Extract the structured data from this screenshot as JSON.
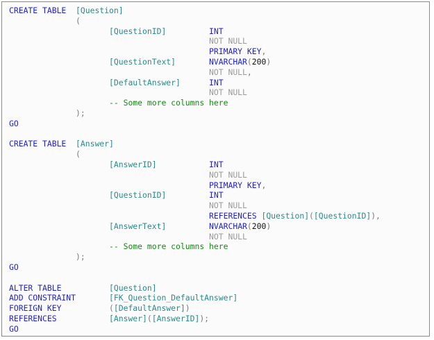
{
  "editor": {
    "lines": [
      {
        "tokens": [
          {
            "text": "CREATE TABLE  ",
            "type": "kw"
          },
          {
            "text": "[Question]",
            "type": "id"
          }
        ]
      },
      {
        "tokens": [
          {
            "text": "              ",
            "type": "plain"
          },
          {
            "text": "(",
            "type": "punct"
          }
        ]
      },
      {
        "tokens": [
          {
            "text": "                     ",
            "type": "plain"
          },
          {
            "text": "[QuestionID]",
            "type": "id"
          },
          {
            "text": "         ",
            "type": "plain"
          },
          {
            "text": "INT",
            "type": "kw"
          }
        ]
      },
      {
        "tokens": [
          {
            "text": "                                          ",
            "type": "plain"
          },
          {
            "text": "NOT NULL",
            "type": "null"
          }
        ]
      },
      {
        "tokens": [
          {
            "text": "                                          ",
            "type": "plain"
          },
          {
            "text": "PRIMARY KEY",
            "type": "kw"
          },
          {
            "text": ",",
            "type": "punct"
          }
        ]
      },
      {
        "tokens": [
          {
            "text": "                     ",
            "type": "plain"
          },
          {
            "text": "[QuestionText]",
            "type": "id"
          },
          {
            "text": "       ",
            "type": "plain"
          },
          {
            "text": "NVARCHAR",
            "type": "kw"
          },
          {
            "text": "(",
            "type": "punct"
          },
          {
            "text": "200",
            "type": "num"
          },
          {
            "text": ")",
            "type": "punct"
          }
        ]
      },
      {
        "tokens": [
          {
            "text": "                                          ",
            "type": "plain"
          },
          {
            "text": "NOT NULL",
            "type": "null"
          },
          {
            "text": ",",
            "type": "punct"
          }
        ]
      },
      {
        "tokens": [
          {
            "text": "                     ",
            "type": "plain"
          },
          {
            "text": "[DefaultAnswer]",
            "type": "id"
          },
          {
            "text": "      ",
            "type": "plain"
          },
          {
            "text": "INT",
            "type": "kw"
          }
        ]
      },
      {
        "tokens": [
          {
            "text": "                                          ",
            "type": "plain"
          },
          {
            "text": "NOT NULL",
            "type": "null"
          }
        ]
      },
      {
        "tokens": [
          {
            "text": "                     ",
            "type": "plain"
          },
          {
            "text": "-- Some more columns here",
            "type": "comment"
          }
        ]
      },
      {
        "tokens": [
          {
            "text": "              ",
            "type": "plain"
          },
          {
            "text": ");",
            "type": "punct"
          }
        ]
      },
      {
        "tokens": [
          {
            "text": "GO",
            "type": "kw"
          }
        ]
      },
      {
        "tokens": []
      },
      {
        "tokens": [
          {
            "text": "CREATE TABLE  ",
            "type": "kw"
          },
          {
            "text": "[Answer]",
            "type": "id"
          }
        ]
      },
      {
        "tokens": [
          {
            "text": "              ",
            "type": "plain"
          },
          {
            "text": "(",
            "type": "punct"
          }
        ]
      },
      {
        "tokens": [
          {
            "text": "                     ",
            "type": "plain"
          },
          {
            "text": "[AnswerID]",
            "type": "id"
          },
          {
            "text": "           ",
            "type": "plain"
          },
          {
            "text": "INT",
            "type": "kw"
          }
        ]
      },
      {
        "tokens": [
          {
            "text": "                                          ",
            "type": "plain"
          },
          {
            "text": "NOT NULL",
            "type": "null"
          }
        ]
      },
      {
        "tokens": [
          {
            "text": "                                          ",
            "type": "plain"
          },
          {
            "text": "PRIMARY KEY",
            "type": "kw"
          },
          {
            "text": ",",
            "type": "punct"
          }
        ]
      },
      {
        "tokens": [
          {
            "text": "                     ",
            "type": "plain"
          },
          {
            "text": "[QuestionID]",
            "type": "id"
          },
          {
            "text": "         ",
            "type": "plain"
          },
          {
            "text": "INT",
            "type": "kw"
          }
        ]
      },
      {
        "tokens": [
          {
            "text": "                                          ",
            "type": "plain"
          },
          {
            "text": "NOT NULL",
            "type": "null"
          }
        ]
      },
      {
        "tokens": [
          {
            "text": "                                          ",
            "type": "plain"
          },
          {
            "text": "REFERENCES",
            "type": "kw"
          },
          {
            "text": " ",
            "type": "plain"
          },
          {
            "text": "[Question]",
            "type": "id"
          },
          {
            "text": "(",
            "type": "punct"
          },
          {
            "text": "[QuestionID]",
            "type": "id"
          },
          {
            "text": "),",
            "type": "punct"
          }
        ]
      },
      {
        "tokens": [
          {
            "text": "                     ",
            "type": "plain"
          },
          {
            "text": "[AnswerText]",
            "type": "id"
          },
          {
            "text": "         ",
            "type": "plain"
          },
          {
            "text": "NVARCHAR",
            "type": "kw"
          },
          {
            "text": "(",
            "type": "punct"
          },
          {
            "text": "200",
            "type": "num"
          },
          {
            "text": ")",
            "type": "punct"
          }
        ]
      },
      {
        "tokens": [
          {
            "text": "                                          ",
            "type": "plain"
          },
          {
            "text": "NOT NULL",
            "type": "null"
          }
        ]
      },
      {
        "tokens": [
          {
            "text": "                     ",
            "type": "plain"
          },
          {
            "text": "-- Some more columns here",
            "type": "comment"
          }
        ]
      },
      {
        "tokens": [
          {
            "text": "              ",
            "type": "plain"
          },
          {
            "text": ");",
            "type": "punct"
          }
        ]
      },
      {
        "tokens": [
          {
            "text": "GO",
            "type": "kw"
          }
        ]
      },
      {
        "tokens": []
      },
      {
        "tokens": [
          {
            "text": "ALTER TABLE",
            "type": "kw"
          },
          {
            "text": "          ",
            "type": "plain"
          },
          {
            "text": "[Question]",
            "type": "id"
          }
        ]
      },
      {
        "tokens": [
          {
            "text": "ADD CONSTRAINT",
            "type": "kw"
          },
          {
            "text": "       ",
            "type": "plain"
          },
          {
            "text": "[FK_Question_DefaultAnswer]",
            "type": "id"
          }
        ]
      },
      {
        "tokens": [
          {
            "text": "FOREIGN KEY",
            "type": "kw"
          },
          {
            "text": "          ",
            "type": "plain"
          },
          {
            "text": "(",
            "type": "punct"
          },
          {
            "text": "[DefaultAnswer]",
            "type": "id"
          },
          {
            "text": ")",
            "type": "punct"
          }
        ]
      },
      {
        "tokens": [
          {
            "text": "REFERENCES",
            "type": "kw"
          },
          {
            "text": "           ",
            "type": "plain"
          },
          {
            "text": "[Answer]",
            "type": "id"
          },
          {
            "text": "(",
            "type": "punct"
          },
          {
            "text": "[AnswerID]",
            "type": "id"
          },
          {
            "text": ");",
            "type": "punct"
          }
        ]
      },
      {
        "tokens": [
          {
            "text": "GO",
            "type": "kw"
          }
        ]
      }
    ]
  },
  "colors": {
    "keyword": "#1f1fd0",
    "identifier": "#2b8a8a",
    "punctuation": "#7a7a7a",
    "not_null": "#9a9a9a",
    "comment": "#138a13",
    "number": "#111111",
    "background": "#fbfbfb",
    "border": "#8a8a8a"
  }
}
